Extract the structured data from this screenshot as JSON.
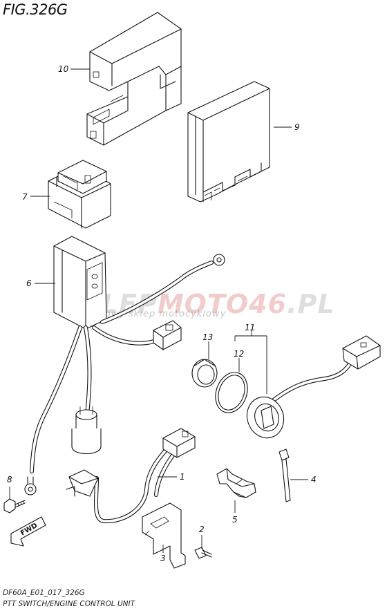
{
  "header": {
    "figure_title": "FIG.326G"
  },
  "footer": {
    "drawing_code": "DF60A_E01_017_326G",
    "caption": "PTT SWITCH/ENGINE CONTROL UNIT"
  },
  "watermark": {
    "text_dark": "SKLEP",
    "text_red": "MOTO46",
    "text_suffix": ".PL",
    "subtitle": "internetowy sklep motocyklowy",
    "colors": {
      "dark": "#8a8a8a",
      "red": "#d24a4a"
    }
  },
  "callouts": {
    "p1": "1",
    "p2": "2",
    "p3": "3",
    "p4": "4",
    "p5": "5",
    "p6": "6",
    "p7": "7",
    "p8": "8",
    "p9": "9",
    "p10": "10",
    "p11": "11",
    "p12": "12",
    "p13": "13"
  },
  "direction": {
    "label": "FWD"
  }
}
